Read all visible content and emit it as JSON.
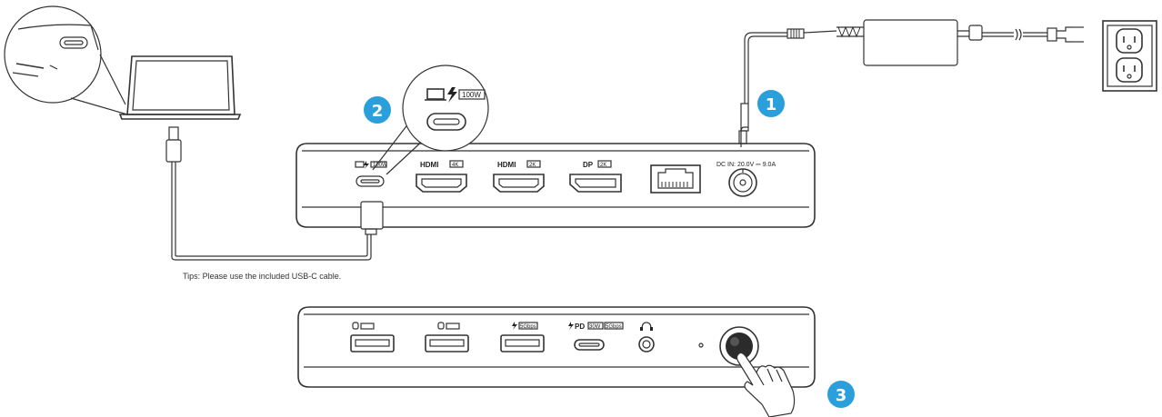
{
  "top_dock": {
    "usb_c_label": "100W",
    "hdmi1_label": "HDMI",
    "hdmi1_badge": "4K",
    "hdmi2_label": "HDMI",
    "hdmi2_badge": "2K",
    "dp_label": "DP",
    "dp_badge": "2K",
    "dc_in_label": "DC IN: 20.0V ⎓ 9.0A"
  },
  "zoom_callout": {
    "power_label": "100W"
  },
  "tips": "Tips: Please use the included USB-C cable.",
  "bottom_dock": {
    "port3_label": "5Gbps",
    "pd_label": "PD",
    "pd_watt": "30W",
    "pd_speed": "5Gbps"
  },
  "steps": [
    "1",
    "2",
    "3"
  ],
  "colors": {
    "step_badge": "#2a9fdc",
    "line": "#333333"
  },
  "icons": [
    "laptop-icon",
    "lightning-icon",
    "mouse-icon",
    "keyboard-icon",
    "headphone-icon",
    "power-button-icon",
    "hand-icon",
    "wall-outlet-icon",
    "power-adapter-icon"
  ]
}
